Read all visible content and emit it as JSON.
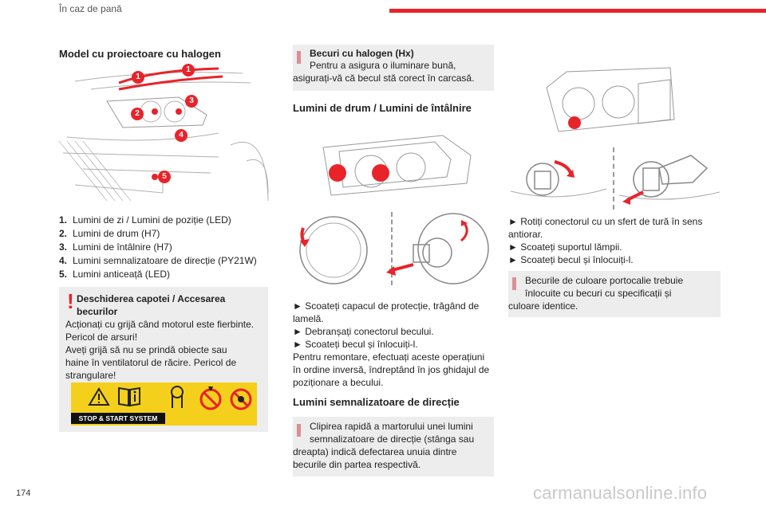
{
  "header": {
    "chapter": "În caz de pană"
  },
  "page_number": "174",
  "watermark": "carmanualsonline.info",
  "col1": {
    "title": "Model cu proiectoare cu halogen",
    "callouts": [
      "1",
      "1",
      "2",
      "3",
      "4",
      "5"
    ],
    "items": [
      {
        "num": "1.",
        "text": "Lumini de zi / Lumini de poziție (LED)"
      },
      {
        "num": "2.",
        "text": "Lumini de drum (H7)"
      },
      {
        "num": "3.",
        "text": "Lumini de întâlnire (H7)"
      },
      {
        "num": "4.",
        "text": "Lumini semnalizatoare de direcție (PY21W)"
      },
      {
        "num": "5.",
        "text": "Lumini anticeață (LED)"
      }
    ],
    "warning": {
      "icon": "!",
      "title_line1": "Deschiderea capotei / Accesarea",
      "title_line2": "becurilor",
      "lines": [
        "Acționați cu grijă când motorul este fierbinte.",
        "Pericol de arsuri!",
        "Aveți grijă să nu se prindă obiecte sau",
        "haine în ventilatorul de răcire. Pericol de",
        "strangulare!"
      ],
      "stop_start_label": "STOP & START SYSTEM"
    }
  },
  "col2": {
    "info1": {
      "title": "Becuri cu halogen (Hx)",
      "lines": [
        "Pentru a asigura o iluminare bună,",
        "asigurați-vă că becul stă corect în carcasă."
      ]
    },
    "subtitle1": "Lumini de drum / Lumini de întâlnire",
    "steps": [
      "► Scoateți capacul de protecție, trăgând de",
      "lamelă.",
      "► Debranșați conectorul becului.",
      "► Scoateți becul și înlocuiți-l.",
      "Pentru remontare, efectuați aceste operațiuni",
      "în ordine inversă, îndreptând în jos ghidajul de",
      "poziționare a becului."
    ],
    "subtitle2": "Lumini semnalizatoare de direcție",
    "info2": {
      "lines": [
        "Clipirea rapidă a martorului unei lumini",
        "semnalizatoare de direcție (stânga sau",
        "dreapta) indică defectarea unuia dintre",
        "becurile din partea respectivă."
      ]
    }
  },
  "col3": {
    "steps": [
      "► Rotiți conectorul cu un sfert de tură în sens",
      "antiorar.",
      "► Scoateți suportul lămpii.",
      "► Scoateți becul și înlocuiți-l."
    ],
    "info": {
      "lines": [
        "Becurile de culoare portocalie trebuie",
        "înlocuite cu becuri cu specificații și",
        "culoare identice."
      ]
    }
  },
  "colors": {
    "accent": "#e8232a",
    "box_bg": "#ededed",
    "info_icon": "#d98f95"
  }
}
